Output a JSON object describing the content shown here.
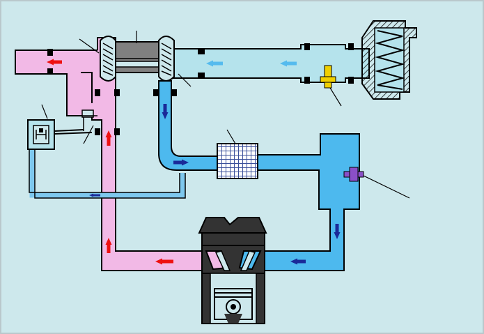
{
  "colors": {
    "background": "#cde8ec",
    "frame": "#b9c8cc",
    "exhaust_pipe": "#f2b9e6",
    "intake_pipe": "#b5e3ec",
    "charge_pipe": "#4db9ee",
    "vacuum_line": "#7ec8ee",
    "outline": "#000000",
    "turbo_gray": "#808080",
    "engine_dark": "#333333",
    "exhaust_arrow": "#ee1111",
    "intake_arrow": "#55bbee",
    "charge_arrow": "#1a2a99",
    "sensor_yellow": "#f0d000",
    "sensor_purple": "#8a4fc8",
    "intercooler_grid": "#3a4f9a"
  },
  "components": {
    "turbine": "turbine-wheel-icon",
    "compressor": "compressor-wheel-icon",
    "center_housing": "turbo-center-housing",
    "wastegate_actuator": "wastegate-actuator-icon",
    "intercooler": "intercooler-icon",
    "air_filter": "air-filter-icon",
    "temperature_sensor": "intake-temperature-sensor-icon",
    "pressure_sensor": "manifold-pressure-sensor-icon",
    "engine": "engine-cylinder-piston-icon"
  },
  "flow_arrows": [
    {
      "id": "exhaust-out",
      "stream": "exhaust",
      "direction": "left"
    },
    {
      "id": "exhaust-riser-upper",
      "stream": "exhaust",
      "direction": "up"
    },
    {
      "id": "exhaust-riser-lower",
      "stream": "exhaust",
      "direction": "up"
    },
    {
      "id": "exhaust-manifold",
      "stream": "exhaust",
      "direction": "left"
    },
    {
      "id": "intake-inlet",
      "stream": "intake",
      "direction": "left"
    },
    {
      "id": "intake-mid",
      "stream": "intake",
      "direction": "left"
    },
    {
      "id": "charge-down",
      "stream": "charge",
      "direction": "down"
    },
    {
      "id": "charge-to-intercooler",
      "stream": "charge",
      "direction": "right"
    },
    {
      "id": "charge-plenum-down",
      "stream": "charge",
      "direction": "down"
    },
    {
      "id": "charge-to-engine",
      "stream": "charge",
      "direction": "left"
    },
    {
      "id": "vacuum-line",
      "stream": "charge",
      "direction": "left"
    }
  ]
}
